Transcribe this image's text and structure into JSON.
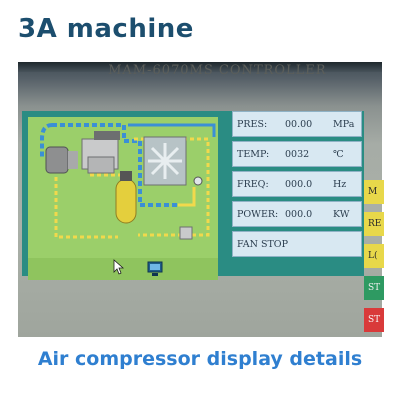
{
  "page": {
    "title": "3A machine",
    "subtitle": "Air compressor display details"
  },
  "controller": {
    "brand": "MAM-6070MS CONTROLLER"
  },
  "readouts": [
    {
      "label": "PRES:",
      "value": "00.00",
      "unit": "MPa"
    },
    {
      "label": "TEMP:",
      "value": "0032",
      "unit": "℃"
    },
    {
      "label": "FREQ:",
      "value": "000.0",
      "unit": "Hz"
    },
    {
      "label": "POWER:",
      "value": "000.0",
      "unit": "KW"
    }
  ],
  "status": {
    "text": "FAN STOP"
  },
  "side_buttons": [
    {
      "label": "M",
      "color": "#e8d84a"
    },
    {
      "label": "RE",
      "color": "#e8d84a"
    },
    {
      "label": "L(",
      "color": "#e8d84a"
    },
    {
      "label": "ST",
      "color": "#2e9a62"
    },
    {
      "label": "ST",
      "color": "#d93a3a"
    }
  ],
  "icons": [
    "air-compressor-schematic",
    "mouse-cursor-icon",
    "computer-monitor-icon"
  ]
}
